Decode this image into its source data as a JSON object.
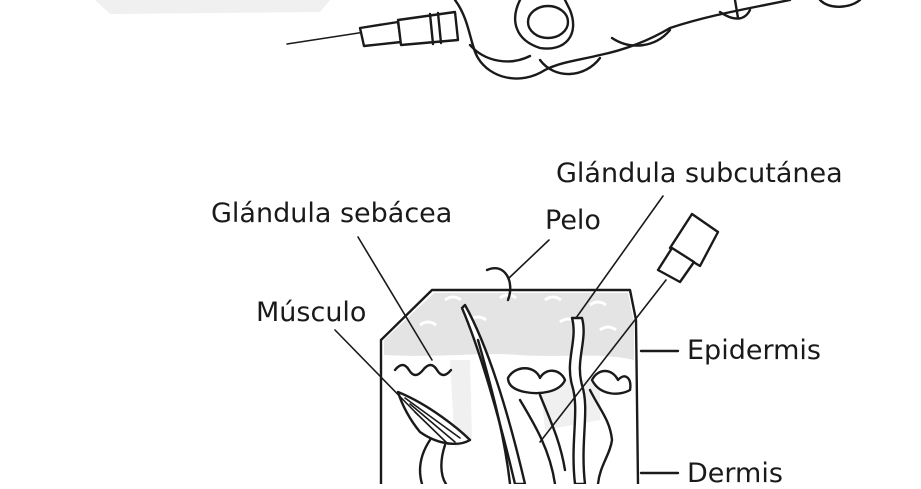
{
  "labels": {
    "subcutaneous_gland": "Glándula subcutánea",
    "sebaceous_gland": "Glándula sebácea",
    "hair": "Pelo",
    "muscle": "Músculo",
    "epidermis": "Epidermis",
    "dermis": "Dermis"
  },
  "colors": {
    "ink": "#1a1a1a",
    "epidermis_shade": "#e4e4e4",
    "background": "#ffffff"
  }
}
